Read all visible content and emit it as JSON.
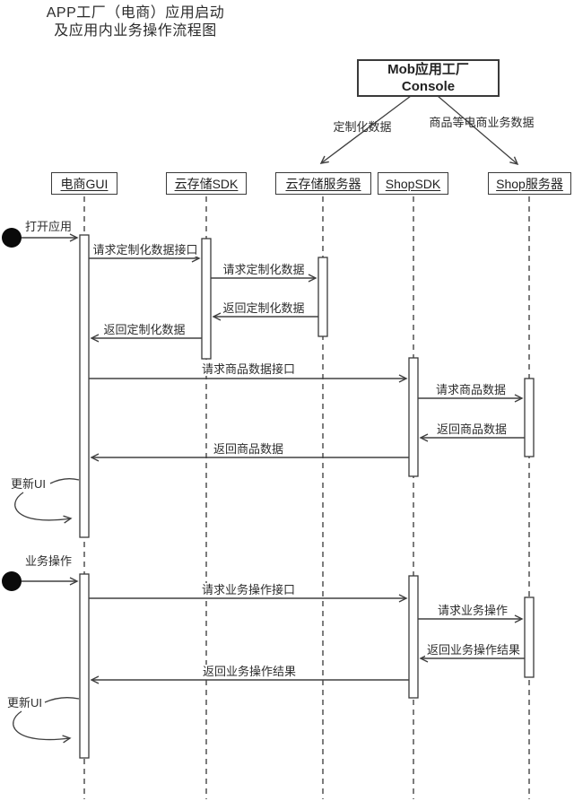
{
  "title": {
    "line1": "APP工厂（电商）应用启动",
    "line2": "及应用内业务操作流程图"
  },
  "console_box": {
    "line1": "Mob应用工厂",
    "line2": "Console"
  },
  "console_flows": [
    {
      "label": "定制化数据",
      "from": "Mob应用工厂Console",
      "to": "云存储服务器"
    },
    {
      "label": "商品等电商业务数据",
      "from": "Mob应用工厂Console",
      "to": "Shop服务器"
    }
  ],
  "lifelines": [
    {
      "name": "电商GUI"
    },
    {
      "name": "云存储SDK"
    },
    {
      "name": "云存储服务器"
    },
    {
      "name": "ShopSDK"
    },
    {
      "name": "Shop服务器"
    }
  ],
  "triggers": [
    {
      "label": "打开应用"
    },
    {
      "label": "业务操作"
    }
  ],
  "self_messages": [
    {
      "label": "更新UI",
      "on": "电商GUI"
    },
    {
      "label": "更新UI",
      "on": "电商GUI"
    }
  ],
  "messages": [
    {
      "label": "请求定制化数据接口",
      "from": "电商GUI",
      "to": "云存储SDK"
    },
    {
      "label": "请求定制化数据",
      "from": "云存储SDK",
      "to": "云存储服务器"
    },
    {
      "label": "返回定制化数据",
      "from": "云存储服务器",
      "to": "云存储SDK"
    },
    {
      "label": "返回定制化数据",
      "from": "云存储SDK",
      "to": "电商GUI"
    },
    {
      "label": "请求商品数据接口",
      "from": "电商GUI",
      "to": "ShopSDK"
    },
    {
      "label": "请求商品数据",
      "from": "ShopSDK",
      "to": "Shop服务器"
    },
    {
      "label": "返回商品数据",
      "from": "Shop服务器",
      "to": "ShopSDK"
    },
    {
      "label": "返回商品数据",
      "from": "ShopSDK",
      "to": "电商GUI"
    },
    {
      "label": "请求业务操作接口",
      "from": "电商GUI",
      "to": "ShopSDK"
    },
    {
      "label": "请求业务操作",
      "from": "ShopSDK",
      "to": "Shop服务器"
    },
    {
      "label": "返回业务操作结果",
      "from": "Shop服务器",
      "to": "ShopSDK"
    },
    {
      "label": "返回业务操作结果",
      "from": "ShopSDK",
      "to": "电商GUI"
    }
  ],
  "colors": {
    "ink": "#333333",
    "line": "#404040",
    "background": "#ffffff"
  }
}
